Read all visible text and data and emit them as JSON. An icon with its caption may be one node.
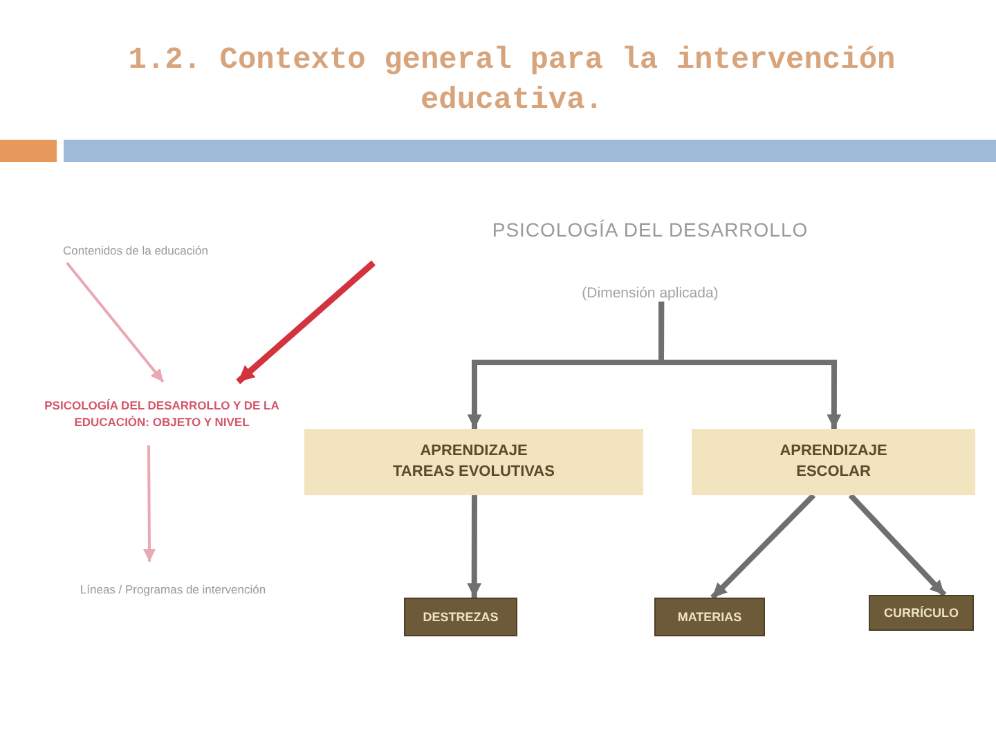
{
  "diagram": {
    "title": "1.2. Contexto general para la intervención educativa.",
    "nodes": [
      {
        "text": [
          "PSICOLOGÍA DEL DESARROLLO",
          "(Dimensión aplicada)"
        ]
      },
      {
        "text": [
          "APRENDIZAJE",
          "TAREAS EVOLUTIVAS"
        ]
      },
      {
        "text": [
          "APRENDIZAJE",
          "ESCOLAR"
        ]
      },
      {
        "text": [
          "DESTREZAS"
        ]
      },
      {
        "text": [
          "MATERIAS"
        ]
      },
      {
        "text": [
          "CURRÍCULO"
        ]
      },
      {
        "text": [
          "Contenidos de la educación"
        ]
      },
      {
        "text": [
          "PSICOLOGÍA DEL DESARROLLO Y DE LA EDUCACIÓN: OBJETO Y NIVEL"
        ]
      },
      {
        "text": [
          "Líneas / Programas de intervención"
        ]
      }
    ],
    "edges": [
      {
        "from": 0,
        "to": 1,
        "arrow": "to"
      },
      {
        "from": 0,
        "to": 2,
        "arrow": "to"
      },
      {
        "from": 1,
        "to": 3,
        "arrow": "to"
      },
      {
        "from": 2,
        "to": 4,
        "arrow": "to"
      },
      {
        "from": 2,
        "to": 5,
        "arrow": "to"
      },
      {
        "from": 6,
        "to": 7,
        "arrow": "to",
        "color": "#e8a9b2"
      },
      {
        "from": null,
        "to": 7,
        "arrow": "to",
        "color": "#d3323f"
      },
      {
        "from": 7,
        "to": 8,
        "arrow": "to",
        "color": "#e8a9b2"
      }
    ]
  }
}
